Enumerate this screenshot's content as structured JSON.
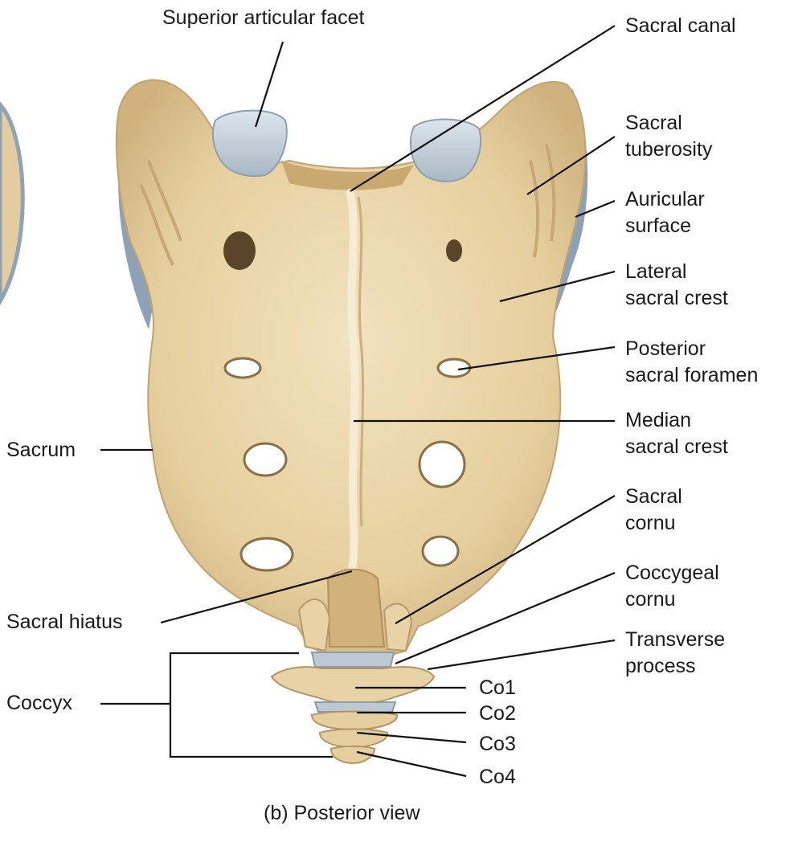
{
  "figure": {
    "caption": "(b) Posterior view"
  },
  "labels": {
    "superior_articular_facet": "Superior articular facet",
    "sacral_canal": "Sacral canal",
    "sacral_tuberosity": [
      "Sacral",
      "tuberosity"
    ],
    "auricular_surface": [
      "Auricular",
      "surface"
    ],
    "lateral_sacral_crest": [
      "Lateral",
      "sacral crest"
    ],
    "posterior_sacral_foramen": [
      "Posterior",
      "sacral foramen"
    ],
    "median_sacral_crest": [
      "Median",
      "sacral crest"
    ],
    "sacrum": "Sacrum",
    "sacral_cornu": [
      "Sacral",
      "cornu"
    ],
    "coccygeal_cornu": [
      "Coccygeal",
      "cornu"
    ],
    "sacral_hiatus": "Sacral hiatus",
    "transverse_process": [
      "Transverse",
      "process"
    ],
    "coccyx": "Coccyx",
    "co1": "Co1",
    "co2": "Co2",
    "co3": "Co3",
    "co4": "Co4"
  },
  "colors": {
    "bone": "#e8d3a6",
    "bone_shadow": "#c9ae7c",
    "cartilage": "#b9c6d0",
    "leader_line": "#111111"
  }
}
